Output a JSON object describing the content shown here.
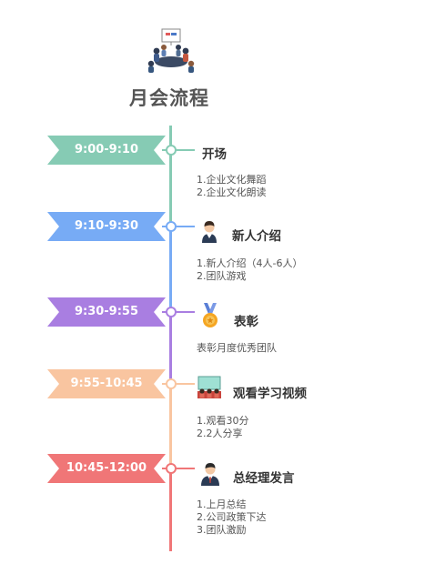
{
  "title": "月会流程",
  "colors": {
    "s1": "#86cbb4",
    "s2": "#77abf5",
    "s3": "#a97ee1",
    "s4": "#f9c5a0",
    "s5": "#f07677"
  },
  "steps": [
    {
      "time": "9:00-9:10",
      "heading": "开场",
      "details": [
        "1.企业文化舞蹈",
        "2.企业文化朗读"
      ],
      "icon": "none"
    },
    {
      "time": "9:10-9:30",
      "heading": "新人介绍",
      "details": [
        "1.新人介绍（4人-6人）",
        "2.团队游戏"
      ],
      "icon": "person-icon"
    },
    {
      "time": "9:30-9:55",
      "heading": "表彰",
      "details": [
        "表彰月度优秀团队"
      ],
      "icon": "medal-icon"
    },
    {
      "time": "9:55-10:45",
      "heading": "观看学习视频",
      "details": [
        "1.观看30分",
        "2.2人分享"
      ],
      "icon": "audience-screen-icon"
    },
    {
      "time": "10:45-12:00",
      "heading": "总经理发言",
      "details": [
        "1.上月总结",
        "2.公司政策下达",
        "3.团队激励"
      ],
      "icon": "manager-icon"
    }
  ]
}
